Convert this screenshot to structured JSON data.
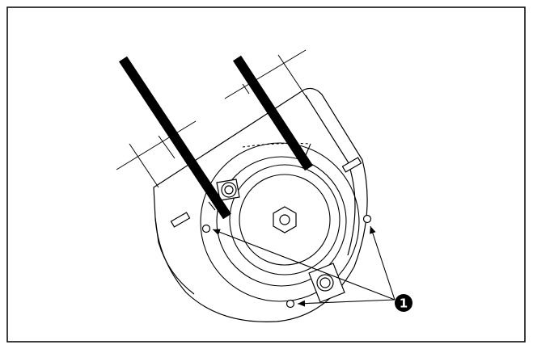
{
  "diagram": {
    "callouts": [
      {
        "label": "1",
        "style": "filled-circle",
        "color": "#000000",
        "points_to": [
          "cover-hole-left",
          "cover-hole-right",
          "cover-hole-bottom"
        ]
      }
    ],
    "parts": [
      "belt-left",
      "belt-right",
      "belt-cover",
      "pulley",
      "center-nut",
      "mounting-screw-upper",
      "mounting-screw-lower",
      "cover-hole-left",
      "cover-hole-right",
      "cover-hole-bottom"
    ],
    "colors": {
      "line": "#000000",
      "background": "#ffffff",
      "callout_fill": "#000000",
      "callout_text": "#ffffff"
    }
  }
}
